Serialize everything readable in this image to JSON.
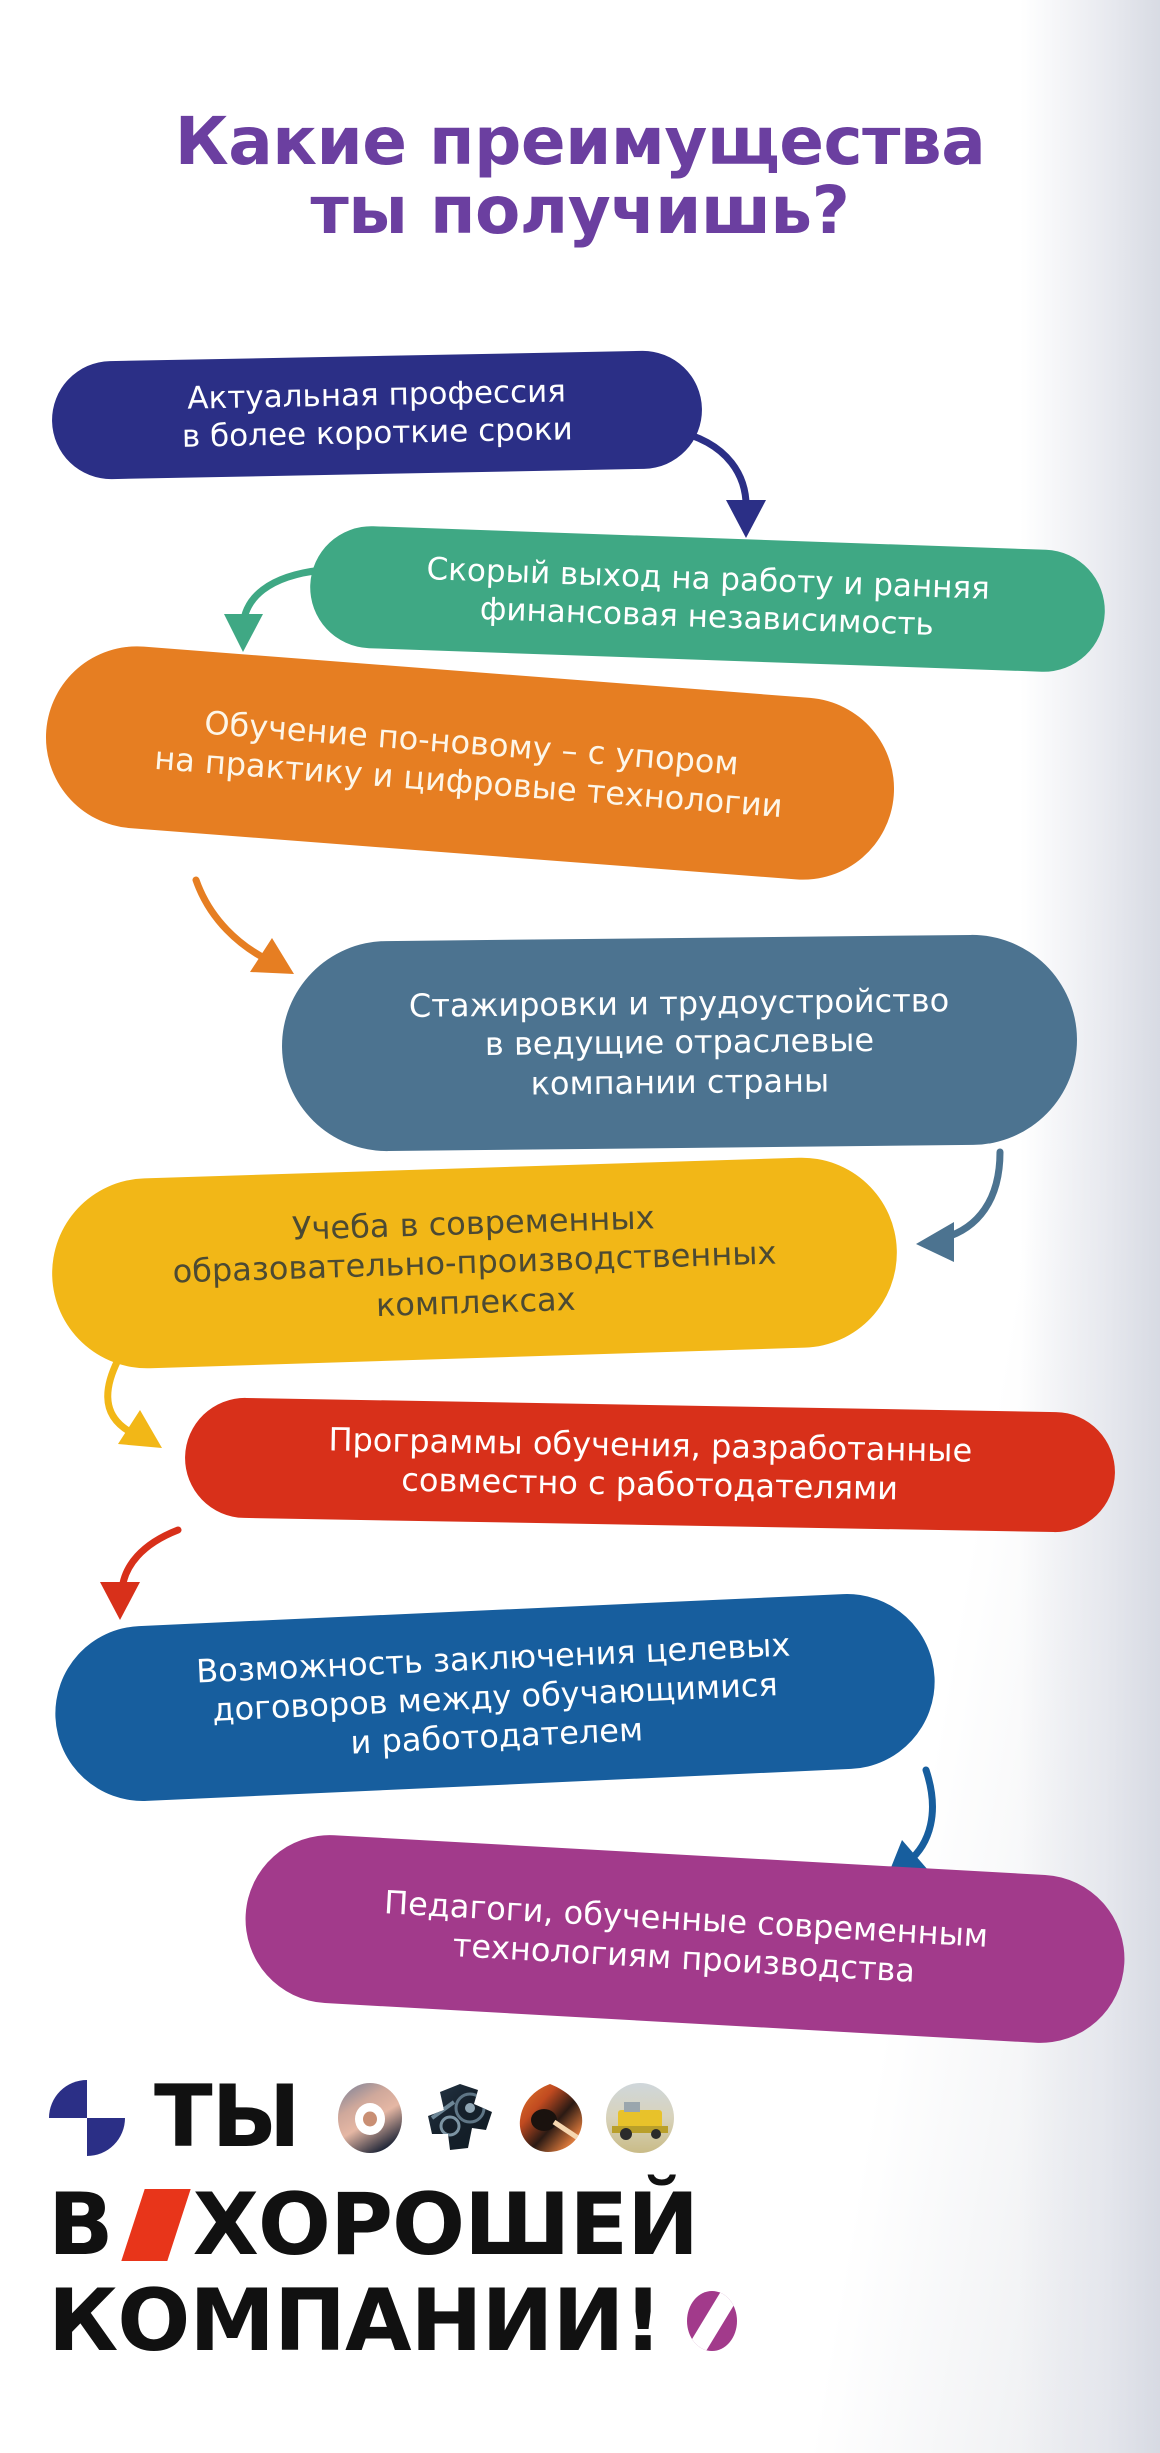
{
  "poster": {
    "title": "Какие преимущества\nты получишь?",
    "title_color": "#6b3fa0",
    "background_color": "#ffffff"
  },
  "benefits": [
    {
      "id": "aktualnaya-professiya",
      "text": "Актуальная профессия\nв более короткие сроки",
      "color": "#2b2f86",
      "text_color": "#ffffff"
    },
    {
      "id": "skoryy-vyhod-na-rabotu",
      "text": "Скорый выход на работу и ранняя\nфинансовая независимость",
      "color": "#3fa884",
      "text_color": "#ffffff"
    },
    {
      "id": "obuchenie-po-novomu",
      "text": "Обучение по-новому – с упором\nна практику и цифровые технологии",
      "color": "#e67e22",
      "text_color": "#fdf6e8"
    },
    {
      "id": "stazhirovki-i-trudoustroystvo",
      "text": "Стажировки и трудоустройство\nв ведущие отраслевые\nкомпании страны",
      "color": "#4c7390",
      "text_color": "#ffffff"
    },
    {
      "id": "ucheba-v-sovremennyh-kompleksah",
      "text": "Учеба в современных\nобразовательно-производственных\nкомплексах",
      "color": "#f2b717",
      "text_color": "#4c4a33"
    },
    {
      "id": "programmy-obucheniya",
      "text": "Программы обучения, разработанные\nсовместно с работодателями",
      "color": "#d8301a",
      "text_color": "#ffffff"
    },
    {
      "id": "celevye-dogovory",
      "text": "Возможность заключения целевых\nдоговоров между обучающимися\nи работодателем",
      "color": "#175e9e",
      "text_color": "#ffffff"
    },
    {
      "id": "pedagogi-obuchennye",
      "text": "Педагоги, обученные современным\nтехнологиям производства",
      "color": "#a23a8b",
      "text_color": "#ffffff"
    }
  ],
  "arrows": [
    {
      "id": "arrow-0-to-1",
      "color": "#2b2f86",
      "from": "aktualnaya-professiya",
      "to": "skoryy-vyhod-na-rabotu"
    },
    {
      "id": "arrow-1-to-2",
      "color": "#3fa884",
      "from": "skoryy-vyhod-na-rabotu",
      "to": "obuchenie-po-novomu"
    },
    {
      "id": "arrow-2-to-3",
      "color": "#e67e22",
      "from": "obuchenie-po-novomu",
      "to": "stazhirovki-i-trudoustroystvo"
    },
    {
      "id": "arrow-3-to-4",
      "color": "#4c7390",
      "from": "stazhirovki-i-trudoustroystvo",
      "to": "ucheba-v-sovremennyh-kompleksah"
    },
    {
      "id": "arrow-4-to-5",
      "color": "#f2b717",
      "from": "ucheba-v-sovremennyh-kompleksah",
      "to": "programmy-obucheniya"
    },
    {
      "id": "arrow-5-to-6",
      "color": "#d8301a",
      "from": "programmy-obucheniya",
      "to": "celevye-dogovory"
    },
    {
      "id": "arrow-6-to-7",
      "color": "#175e9e",
      "from": "celevye-dogovory",
      "to": "pedagogi-obuchennye"
    }
  ],
  "logo": {
    "word_ty": "ТЫ",
    "line2_prefix": "В",
    "line2_word": "ХОРОШЕЙ",
    "line3_word": "КОМПАНИИ!",
    "pinwheel_color": "#2b2f86",
    "red_slash_color": "#e8351a",
    "purple_mark_color": "#a23a8b",
    "text_color": "#111111",
    "icons": [
      {
        "name": "target-donut-icon"
      },
      {
        "name": "gear-machinery-icon"
      },
      {
        "name": "welding-sparks-icon"
      },
      {
        "name": "combine-harvester-icon"
      }
    ]
  }
}
